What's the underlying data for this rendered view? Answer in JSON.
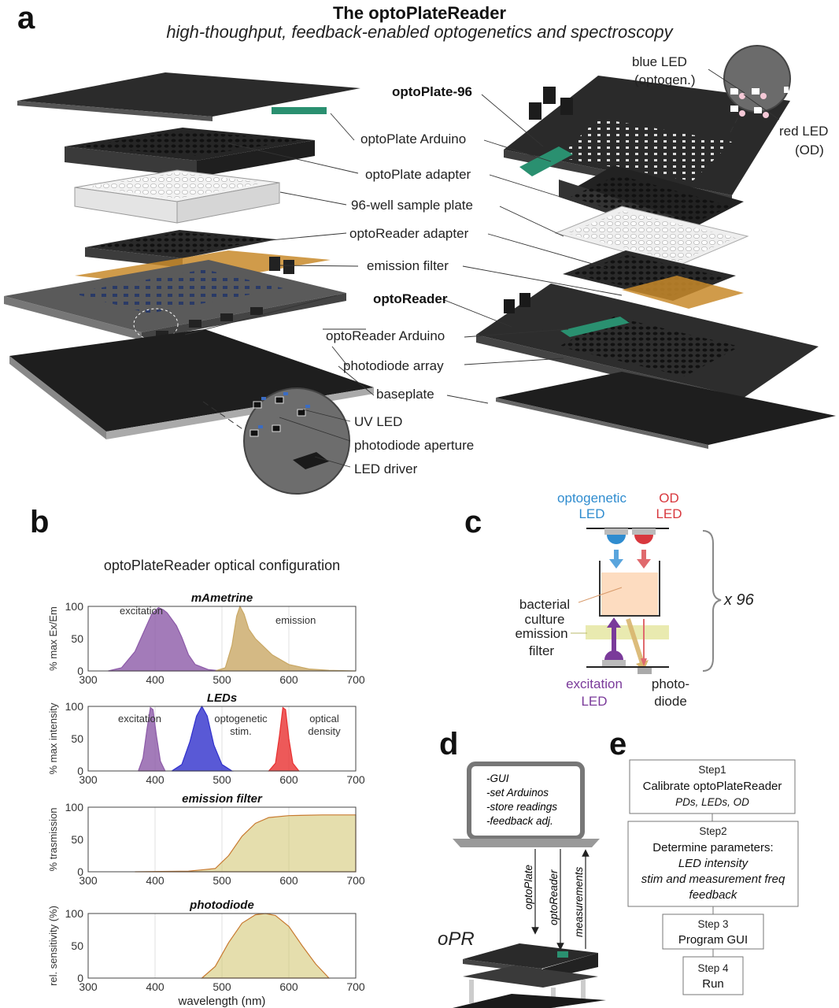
{
  "panel_a": {
    "letter": "a",
    "title": "The optoPlateReader",
    "subtitle": "high-thoughput, feedback-enabled optogenetics and spectroscopy",
    "labels": {
      "optoplate96": "optoPlate-96",
      "optoplate_arduino": "optoPlate Arduino",
      "optoplate_adapter": "optoPlate adapter",
      "sample_plate": "96-well sample plate",
      "optoreader_adapter": "optoReader adapter",
      "emission_filter": "emission filter",
      "optoreader": "optoReader",
      "optoreader_arduino": "optoReader Arduino",
      "photodiode_array": "photodiode array",
      "baseplate": "baseplate",
      "uv_led": "UV LED",
      "photodiode_aperture": "photodiode aperture",
      "led_driver": "LED driver",
      "blue_led_1": "blue LED",
      "blue_led_2": "(optogen.)",
      "red_led_1": "red LED",
      "red_led_2": "(OD)"
    }
  },
  "panel_b": {
    "letter": "b",
    "title": "optoPlateReader optical configuration",
    "xlabel": "wavelength (nm)",
    "x_ticks": [
      "300",
      "400",
      "500",
      "600",
      "700"
    ],
    "y_ticks": [
      "0",
      "50",
      "100"
    ]
  },
  "chart_data": [
    {
      "type": "area",
      "title": "mAmetrine",
      "ylabel": "% max Ex/Em",
      "xlim": [
        300,
        700
      ],
      "ylim": [
        0,
        100
      ],
      "series": [
        {
          "name": "excitation",
          "color": "#8c5aa8",
          "x": [
            330,
            350,
            370,
            385,
            395,
            405,
            412,
            418,
            425,
            432,
            440,
            450,
            460,
            480,
            500
          ],
          "y": [
            0,
            5,
            30,
            65,
            88,
            98,
            95,
            90,
            80,
            70,
            52,
            25,
            10,
            2,
            0
          ]
        },
        {
          "name": "emission",
          "color": "#c9a865",
          "x": [
            490,
            505,
            515,
            522,
            527,
            533,
            540,
            550,
            560,
            575,
            600,
            630,
            660,
            700
          ],
          "y": [
            0,
            5,
            40,
            85,
            100,
            88,
            65,
            50,
            40,
            25,
            10,
            3,
            1,
            0
          ]
        }
      ]
    },
    {
      "type": "area",
      "title": "LEDs",
      "ylabel": "% max intensity",
      "xlim": [
        300,
        700
      ],
      "ylim": [
        0,
        100
      ],
      "series": [
        {
          "name": "excitation",
          "color": "#8c5aa8",
          "x": [
            375,
            382,
            388,
            393,
            397,
            402,
            408,
            415
          ],
          "y": [
            0,
            20,
            65,
            98,
            95,
            55,
            15,
            0
          ]
        },
        {
          "name": "optogenetic stim.",
          "color": "#3030cc",
          "x": [
            425,
            440,
            452,
            462,
            470,
            478,
            488,
            500,
            515
          ],
          "y": [
            0,
            10,
            45,
            85,
            100,
            85,
            40,
            10,
            0
          ]
        },
        {
          "name": "optical density",
          "color": "#e83030",
          "x": [
            570,
            580,
            586,
            591,
            595,
            600,
            606,
            615
          ],
          "y": [
            0,
            12,
            55,
            98,
            95,
            50,
            12,
            0
          ]
        }
      ]
    },
    {
      "type": "area",
      "title": "emission filter",
      "ylabel": "% trasmission",
      "xlim": [
        300,
        700
      ],
      "ylim": [
        0,
        100
      ],
      "series": [
        {
          "name": "",
          "color": "#cfc269",
          "x": [
            370,
            450,
            490,
            510,
            530,
            550,
            570,
            600,
            650,
            700
          ],
          "y": [
            0,
            1,
            5,
            25,
            55,
            75,
            84,
            87,
            88,
            88
          ]
        }
      ]
    },
    {
      "type": "area",
      "title": "photodiode",
      "ylabel": "rel. sensitivity (%)",
      "xlim": [
        300,
        700
      ],
      "ylim": [
        0,
        100
      ],
      "series": [
        {
          "name": "",
          "color": "#cfc269",
          "x": [
            470,
            490,
            510,
            530,
            550,
            565,
            580,
            600,
            620,
            640,
            660
          ],
          "y": [
            0,
            18,
            55,
            85,
            98,
            100,
            97,
            80,
            50,
            22,
            0
          ]
        }
      ]
    }
  ],
  "panel_c": {
    "letter": "c",
    "optogenetic_1": "optogenetic",
    "optogenetic_2": "LED",
    "od_1": "OD",
    "od_2": "LED",
    "bacterial_1": "bacterial",
    "bacterial_2": "culture",
    "emission_1": "emission",
    "emission_2": "filter",
    "excitation_1": "excitation",
    "excitation_2": "LED",
    "photo_1": "photo-",
    "photo_2": "diode",
    "multiplier": "x 96",
    "colors": {
      "blue": "#2f8ccf",
      "red": "#d8383e",
      "purple": "#7a3a9a",
      "culture": "#fddcc0",
      "filter": "#e9eab0"
    }
  },
  "panel_d": {
    "letter": "d",
    "screen_lines": [
      "-GUI",
      "-set Arduinos",
      "-store readings",
      "-feedback adj."
    ],
    "arrows": [
      "optoPlate",
      "optoReader",
      "measurements"
    ],
    "device": "oPR"
  },
  "panel_e": {
    "letter": "e",
    "steps": [
      {
        "head": "Step1",
        "lines": [
          {
            "t": "Calibrate optoPlateReader",
            "s": "plain"
          },
          {
            "t": "PDs, LEDs, OD",
            "s": "italic"
          }
        ]
      },
      {
        "head": "Step2",
        "lines": [
          {
            "t": "Determine parameters:",
            "s": "plain"
          },
          {
            "t": "LED intensity",
            "s": "italic"
          },
          {
            "t": "stim and measurement freq",
            "s": "italic"
          },
          {
            "t": "feedback",
            "s": "italic"
          }
        ]
      },
      {
        "head": "Step 3",
        "lines": [
          {
            "t": "Program GUI",
            "s": "plain"
          }
        ]
      },
      {
        "head": "Step 4",
        "lines": [
          {
            "t": "Run",
            "s": "plain"
          }
        ]
      }
    ]
  }
}
